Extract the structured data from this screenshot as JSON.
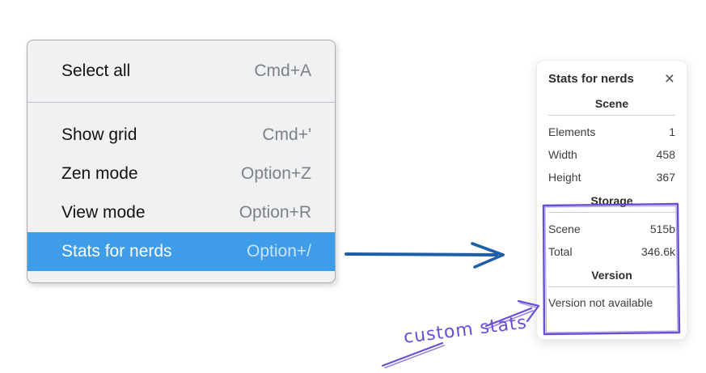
{
  "menu": {
    "sections": [
      {
        "items": [
          {
            "label": "Select all",
            "shortcut": "Cmd+A",
            "highlighted": false
          }
        ]
      },
      {
        "items": [
          {
            "label": "Show grid",
            "shortcut": "Cmd+'",
            "highlighted": false
          },
          {
            "label": "Zen mode",
            "shortcut": "Option+Z",
            "highlighted": false
          },
          {
            "label": "View mode",
            "shortcut": "Option+R",
            "highlighted": false
          },
          {
            "label": "Stats for nerds",
            "shortcut": "Option+/",
            "highlighted": true
          }
        ]
      }
    ]
  },
  "stats_panel": {
    "title": "Stats for nerds",
    "close_icon": "×",
    "sections": [
      {
        "heading": "Scene",
        "rows": [
          [
            "Elements",
            "1"
          ],
          [
            "Width",
            "458"
          ],
          [
            "Height",
            "367"
          ]
        ]
      },
      {
        "heading": "Storage",
        "rows": [
          [
            "Scene",
            "515b"
          ],
          [
            "Total",
            "346.6k"
          ]
        ]
      },
      {
        "heading": "Version",
        "rows": [],
        "note": "Version not available"
      }
    ]
  },
  "annotation": {
    "label": "custom stats"
  },
  "colors": {
    "menu_highlight": "#3f9ce9",
    "menu_background": "#f0f1f3",
    "arrow_blue": "#1f5ea8",
    "annotation_purple": "#6b4fd2",
    "panel_rule": "#c6d0da"
  }
}
